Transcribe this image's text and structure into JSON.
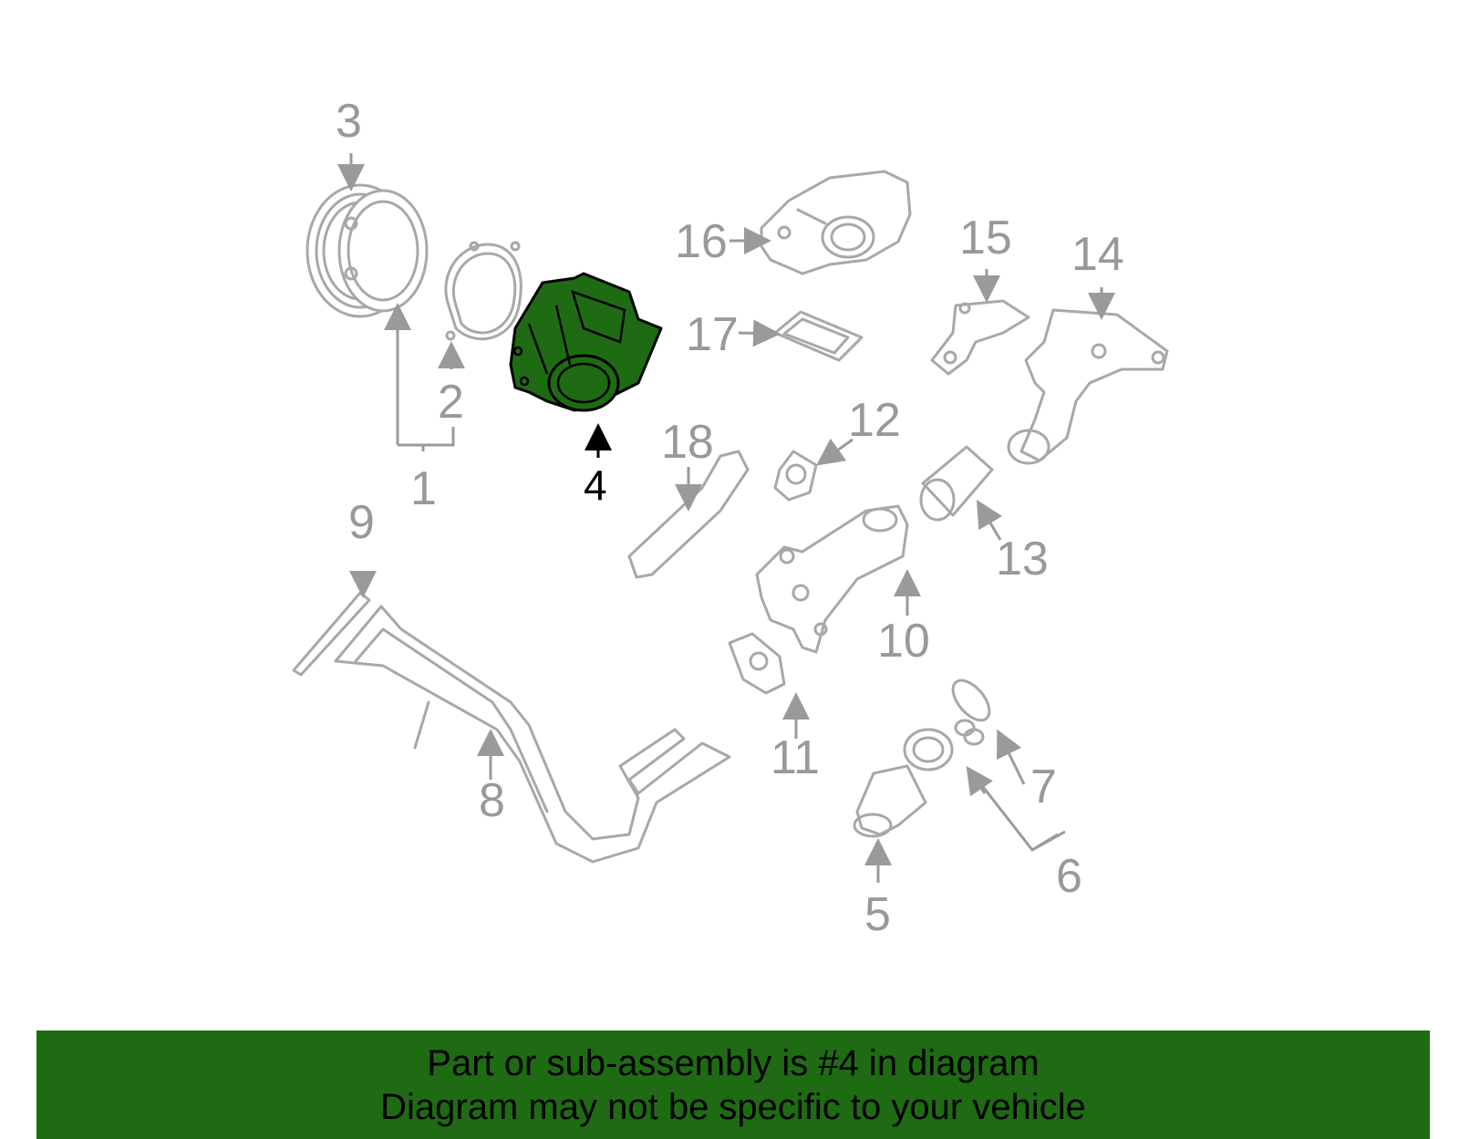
{
  "diagram": {
    "highlight_color": "#1f6b14",
    "highlighted_part": "4",
    "callouts": [
      {
        "id": "1",
        "label": "1"
      },
      {
        "id": "2",
        "label": "2"
      },
      {
        "id": "3",
        "label": "3"
      },
      {
        "id": "4",
        "label": "4"
      },
      {
        "id": "5",
        "label": "5"
      },
      {
        "id": "6",
        "label": "6"
      },
      {
        "id": "7",
        "label": "7"
      },
      {
        "id": "8",
        "label": "8"
      },
      {
        "id": "9",
        "label": "9"
      },
      {
        "id": "10",
        "label": "10"
      },
      {
        "id": "11",
        "label": "11"
      },
      {
        "id": "12",
        "label": "12"
      },
      {
        "id": "13",
        "label": "13"
      },
      {
        "id": "14",
        "label": "14"
      },
      {
        "id": "15",
        "label": "15"
      },
      {
        "id": "16",
        "label": "16"
      },
      {
        "id": "17",
        "label": "17"
      },
      {
        "id": "18",
        "label": "18"
      }
    ]
  },
  "banner": {
    "line1": "Part or sub-assembly is #4 in diagram",
    "line2": "Diagram may not be specific to your vehicle",
    "background": "#1f6b14"
  }
}
